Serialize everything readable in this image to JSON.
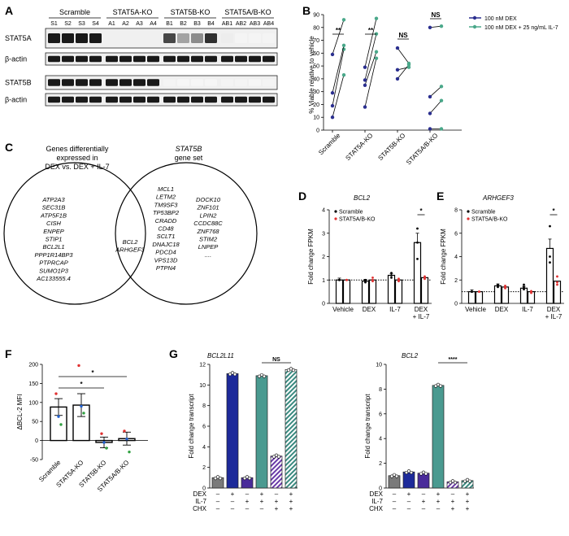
{
  "panels": {
    "A": {
      "letter": "A",
      "groups": [
        {
          "name": "Scramble",
          "lanes": [
            "S1",
            "S2",
            "S3",
            "S4"
          ]
        },
        {
          "name": "STAT5A-KO",
          "lanes": [
            "A1",
            "A2",
            "A3",
            "A4"
          ]
        },
        {
          "name": "STAT5B-KO",
          "lanes": [
            "B1",
            "B2",
            "B3",
            "B4"
          ]
        },
        {
          "name": "STAT5A/B-KO",
          "lanes": [
            "AB1",
            "AB2",
            "AB3",
            "AB4"
          ]
        }
      ],
      "rows": [
        "STAT5A",
        "β-actin",
        "STAT5B",
        "β-actin"
      ]
    },
    "B": {
      "letter": "B",
      "ylabel": "% Viable relative to vehicle",
      "yticks": [
        "0",
        "10",
        "20",
        "30",
        "40",
        "50",
        "60",
        "70",
        "80",
        "90"
      ],
      "categories": [
        "Scramble",
        "STAT5A-KO",
        "STAT5B-KO",
        "STAT5A/B-KO"
      ],
      "significance": [
        "**",
        "**",
        "NS",
        "NS"
      ],
      "legend": [
        "100 nM DEX",
        "100 nM DEX + 25 ng/mL IL-7"
      ],
      "colors": {
        "dex": "#2b2f8f",
        "dex_il7": "#4aa88a"
      }
    },
    "C": {
      "letter": "C",
      "left_title": "Genes differentially expressed in DEX vs. DEX + IL-7",
      "right_title": "STAT5B",
      "right_subtitle": "gene set",
      "left_genes": [
        "ATP2A3",
        "SEC31B",
        "ATP5F1B",
        "CISH",
        "ENPEP",
        "STIP1",
        "BCL2L1",
        "PPP1R14BP3",
        "PTPRCAP",
        "SUMO1P3",
        "AC133555.4"
      ],
      "shared_genes": [
        "BCL2",
        "ARHGEF3"
      ],
      "right_genes_col1": [
        "MCL1",
        "LETM2",
        "TM9SF3",
        "TP53BP2",
        "CRADD",
        "CD48",
        "SCLT1",
        "DNAJC18",
        "PDCD4",
        "VPS13D",
        "PTPN4"
      ],
      "right_genes_col2": [
        "DOCK10",
        "ZNF101",
        "LPIN2",
        "CCDC88C",
        "ZNF768",
        "STIM2",
        "LNPEP",
        "...."
      ]
    },
    "D": {
      "letter": "D",
      "title": "BCL2",
      "ylabel": "Fold change FPKM",
      "legend": [
        "Scramble",
        "STAT5A/B-KO"
      ],
      "significance": "*"
    },
    "E": {
      "letter": "E",
      "title": "ARHGEF3",
      "ylabel": "Fold change FPKM",
      "legend": [
        "Scramble",
        "STAT5A/B-KO"
      ],
      "significance": "*"
    },
    "F": {
      "letter": "F",
      "ylabel": "ΔBCL-2 MFI",
      "significance": [
        "*",
        "*"
      ]
    },
    "G": {
      "letter": "G",
      "left_title": "BCL2L11",
      "right_title": "BCL2",
      "ylabel": "Fold change transcript",
      "row_labels": [
        "DEX",
        "IL-7",
        "CHX"
      ],
      "left_significance": "NS",
      "right_significance": "****",
      "treatments": [
        [
          "–",
          "–",
          "–"
        ],
        [
          "+",
          "–",
          "–"
        ],
        [
          "–",
          "+",
          "–"
        ],
        [
          "+",
          "+",
          "–"
        ],
        [
          "–",
          "+",
          "+"
        ],
        [
          "+",
          "+",
          "+"
        ]
      ]
    }
  },
  "chart_data": [
    {
      "type": "bar",
      "panel": "D",
      "title": "BCL2",
      "ylabel": "Fold change FPKM",
      "ylim": [
        0,
        4
      ],
      "categories": [
        "Vehicle",
        "DEX",
        "IL-7",
        "DEX\n+ IL-7"
      ],
      "series": [
        {
          "name": "Scramble",
          "values": [
            1.0,
            0.95,
            1.2,
            2.6
          ],
          "color": "#000000"
        },
        {
          "name": "STAT5A/B-KO",
          "values": [
            1.0,
            1.0,
            1.0,
            1.1
          ],
          "color": "#e03030"
        }
      ]
    },
    {
      "type": "bar",
      "panel": "E",
      "title": "ARHGEF3",
      "ylabel": "Fold change FPKM",
      "ylim": [
        0,
        8
      ],
      "categories": [
        "Vehicle",
        "DEX",
        "IL-7",
        "DEX\n+ IL-7"
      ],
      "series": [
        {
          "name": "Scramble",
          "values": [
            1.0,
            1.5,
            1.3,
            4.7
          ],
          "color": "#000000"
        },
        {
          "name": "STAT5A/B-KO",
          "values": [
            1.0,
            1.4,
            1.0,
            1.9
          ],
          "color": "#e03030"
        }
      ]
    },
    {
      "type": "bar",
      "panel": "F",
      "ylabel": "ΔBCL-2 MFI",
      "ylim": [
        -50,
        200
      ],
      "categories": [
        "Scramble",
        "STAT5A-KO",
        "STAT5B-KO",
        "STAT5A/B-KO"
      ],
      "values": [
        88,
        93,
        -5,
        5
      ]
    },
    {
      "type": "bar",
      "panel": "G-left",
      "title": "BCL2L11",
      "ylabel": "Fold change transcript",
      "ylim": [
        0,
        12
      ],
      "values": [
        1.0,
        11.1,
        1.0,
        10.9,
        3.1,
        11.5
      ]
    },
    {
      "type": "bar",
      "panel": "G-right",
      "title": "BCL2",
      "ylabel": "Fold change transcript",
      "ylim": [
        0,
        10
      ],
      "values": [
        1.0,
        1.3,
        1.2,
        8.3,
        0.5,
        0.6
      ]
    }
  ]
}
